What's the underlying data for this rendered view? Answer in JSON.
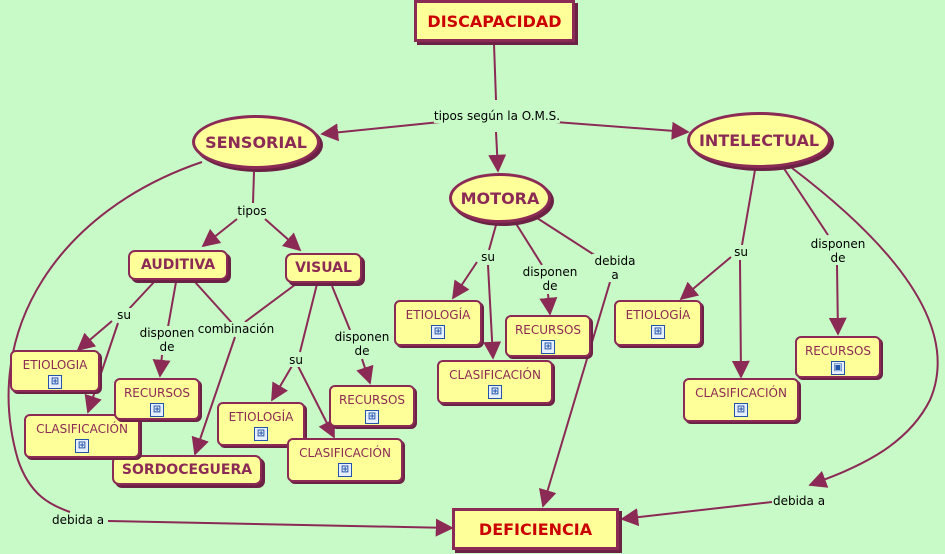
{
  "concepts": {
    "discapacidad": "DISCAPACIDAD",
    "deficiencia": "DEFICIENCIA",
    "sensorial": "SENSORIAL",
    "motora": "MOTORA",
    "intelectual": "INTELECTUAL",
    "auditiva": "AUDITIVA",
    "visual": "VISUAL",
    "sordoceguera": "SORDOCEGUERA"
  },
  "leaves": {
    "aud_etiologia": "ETIOLOGIA",
    "aud_clasificacion": "CLASIFICACIÓN",
    "aud_recursos": "RECURSOS",
    "vis_etiologia": "ETIOLOGÍA",
    "vis_clasificacion": "CLASIFICACIÓN",
    "vis_recursos": "RECURSOS",
    "mot_etiologia": "ETIOLOGÍA",
    "mot_clasificacion": "CLASIFICACIÓN",
    "mot_recursos": "RECURSOS",
    "int_etiologia": "ETIOLOGÍA",
    "int_clasificacion": "CLASIFICACIÓN",
    "int_recursos": "RECURSOS"
  },
  "links": {
    "tipos_oms": "tipos según la O.M.S.",
    "tipos": "tipos",
    "su": "su",
    "disponen_de": "disponen de",
    "combinacion": "combinación",
    "debida_a": "debida a"
  },
  "icons": {
    "submap": "submap-icon",
    "image": "image-icon"
  },
  "colors": {
    "background": "#c8fac8",
    "node_fill": "#ffff99",
    "node_border": "#8b2a55",
    "main_text": "#cc0000",
    "link_line": "#8b2a55"
  }
}
